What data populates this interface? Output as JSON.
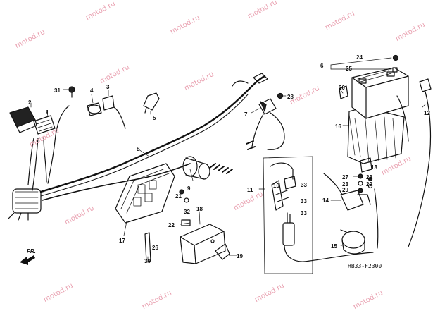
{
  "watermark_text": "motod.ru",
  "diagram_code": "HB33-F2300",
  "direction_label": "FR.",
  "callouts": [
    "1",
    "2",
    "3",
    "4",
    "5",
    "6",
    "7",
    "8",
    "9",
    "11",
    "12",
    "13",
    "14",
    "15",
    "16",
    "17",
    "18",
    "19",
    "20",
    "21",
    "22",
    "23",
    "24",
    "25",
    "26",
    "27",
    "28",
    "29",
    "30",
    "31",
    "32",
    "33"
  ],
  "colors": {
    "line": "#111111",
    "watermark": "#e9a0b0",
    "background": "#ffffff"
  }
}
